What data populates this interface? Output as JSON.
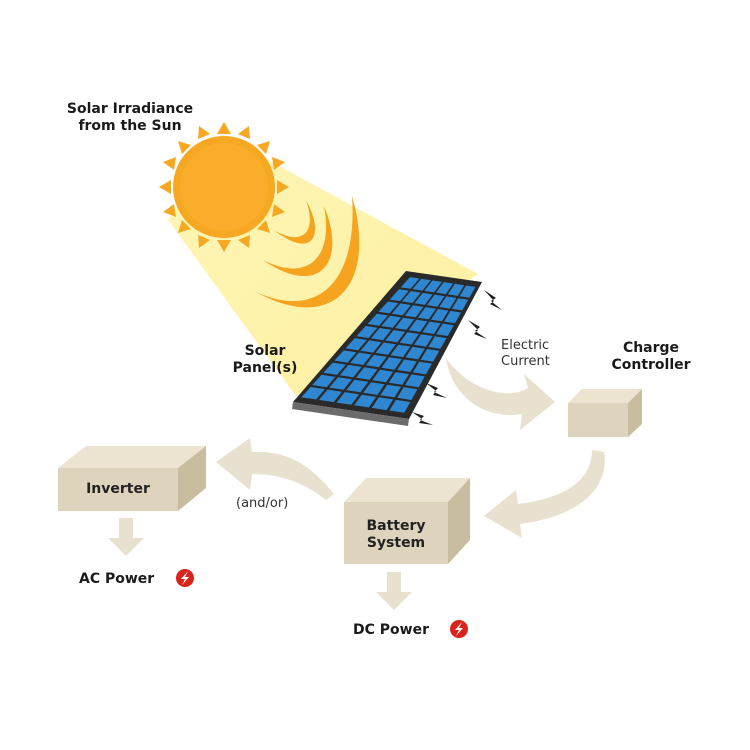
{
  "labels": {
    "sun_line1": "Solar Irradiance",
    "sun_line2": "from the Sun",
    "panel_line1": "Solar",
    "panel_line2": "Panel(s)",
    "current_line1": "Electric",
    "current_line2": "Current",
    "controller_line1": "Charge",
    "controller_line2": "Controller",
    "inverter": "Inverter",
    "battery_line1": "Battery",
    "battery_line2": "System",
    "andor": "(and/or)",
    "ac_power": "AC Power",
    "dc_power": "DC Power"
  },
  "colors": {
    "sun": "#f7a823",
    "beam": "#fdf2a6",
    "panel_cell": "#2f86d1",
    "panel_frame": "#2a2a2a",
    "box_front": "#ded4bd",
    "box_top": "#ece4d0",
    "box_side": "#c9bd9f",
    "arrow": "#e8e1cf",
    "power_badge": "#d9241c"
  }
}
